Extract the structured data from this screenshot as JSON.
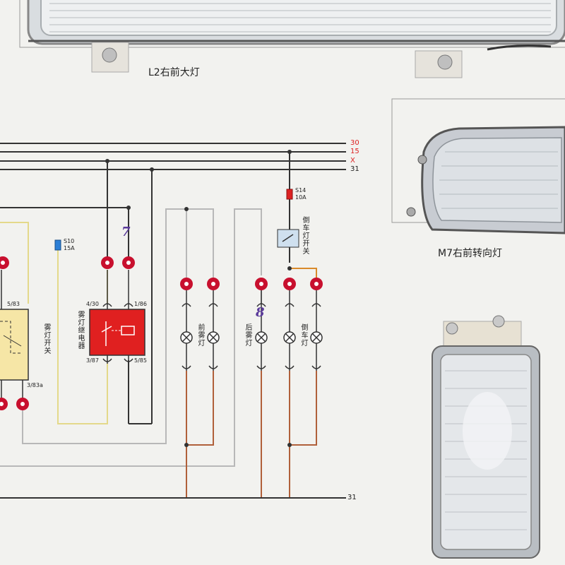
{
  "labels": {
    "headlamp": "L2右前大灯",
    "turn_signal": "M7右前转向灯",
    "fuse_s10": "S10",
    "fuse_s10_amp": "15A",
    "fuse_s14": "S14",
    "fuse_s14_amp": "10A",
    "relay_pin_430": "4/30",
    "relay_pin_186": "1/86",
    "relay_pin_387": "3/87",
    "relay_pin_585": "5/85",
    "switch_pin_583": "5/83",
    "switch_pin_383a": "3/83a",
    "relay_name": "雾灯继电器",
    "fog_switch": "雾灯开关",
    "front_fog": "前雾灯",
    "rear_fog": "后雾灯",
    "reverse_lamp": "倒车灯",
    "reverse_switch": "倒车灯开关",
    "ground_bottom": "31"
  },
  "bus": [
    {
      "label": "30",
      "color": "#d22222"
    },
    {
      "label": "15",
      "color": "#d22222"
    },
    {
      "label": "X",
      "color": "#d22222"
    },
    {
      "label": "31",
      "color": "#222222"
    }
  ],
  "handwriting": {
    "mark_7": "7",
    "mark_8": "8"
  },
  "colors": {
    "board": "#f2f2ef",
    "wire_dark": "#333333",
    "wire_yellow": "#e4d98a",
    "wire_brown": "#b0603a",
    "wire_grey": "#b8b8b8",
    "wire_orange": "#d98a2a",
    "jack_red": "#c8102e",
    "relay_fill": "#e02020"
  }
}
